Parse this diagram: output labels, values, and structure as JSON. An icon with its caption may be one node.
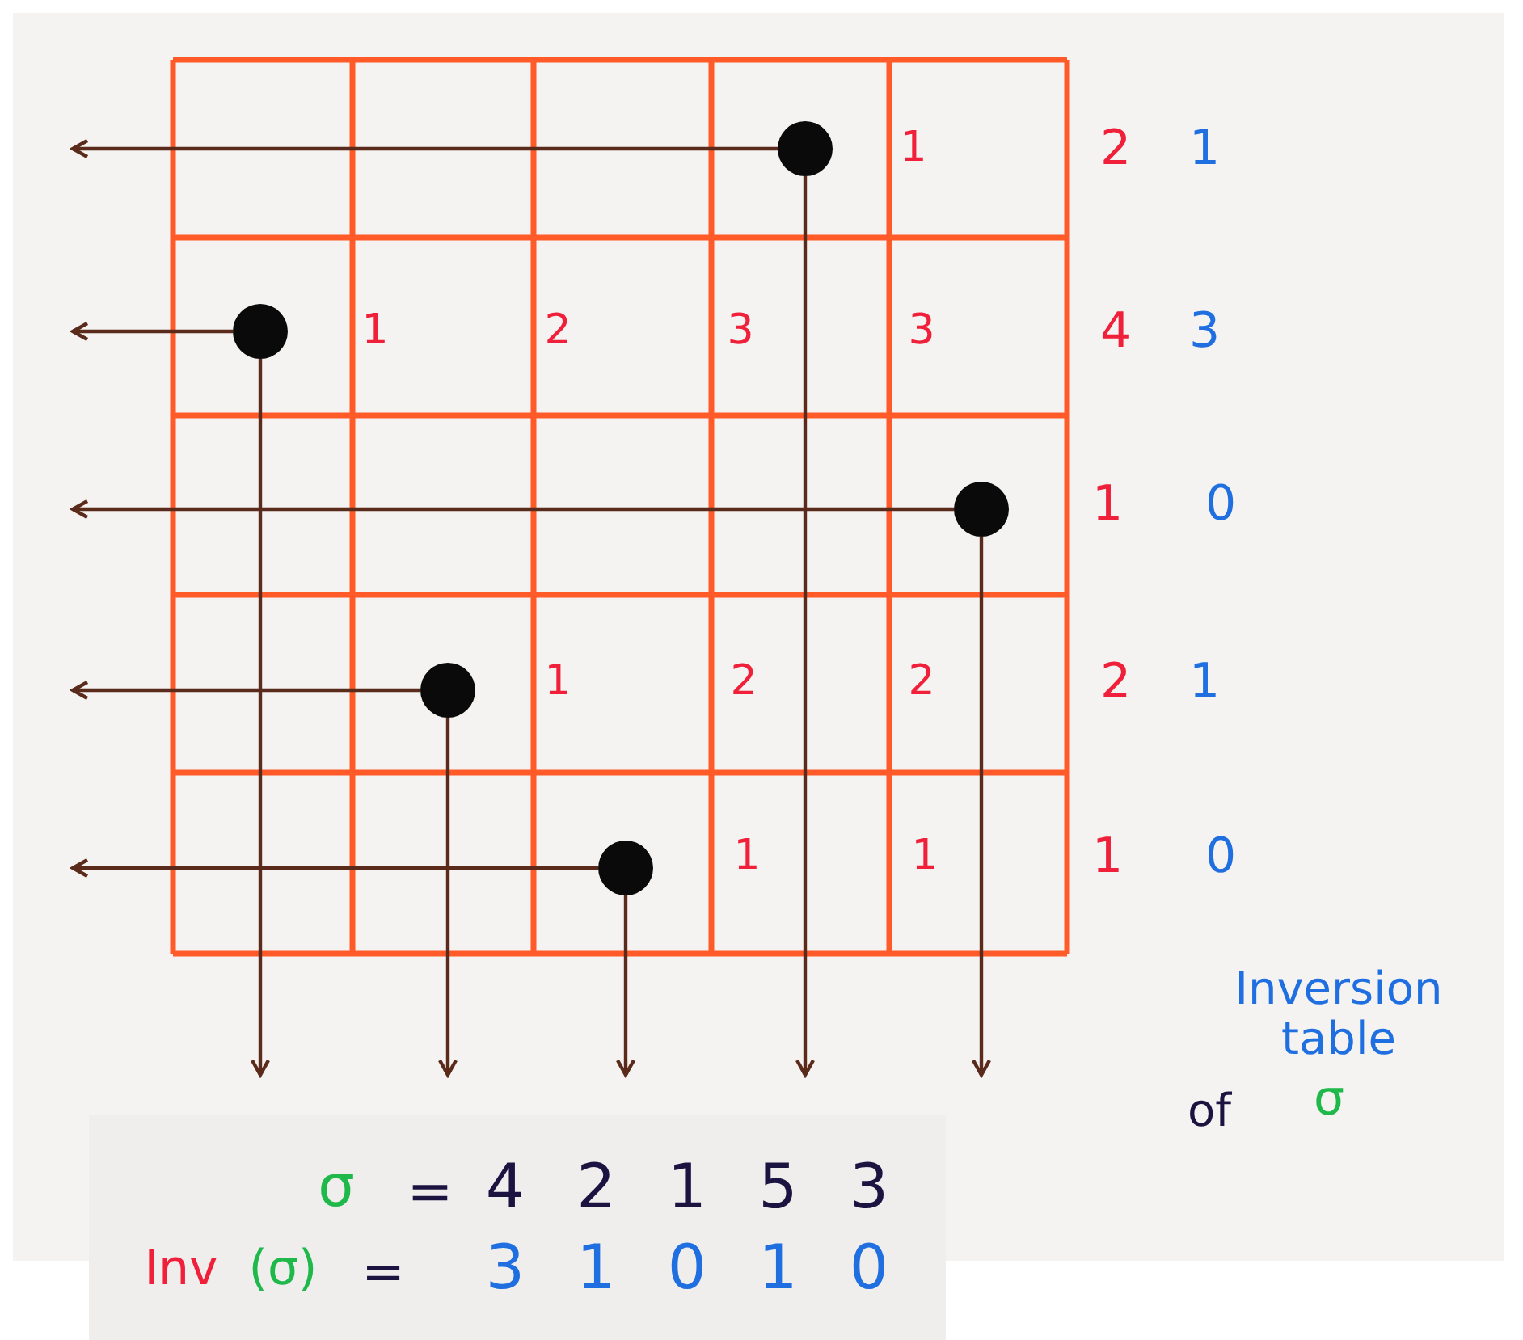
{
  "diagram": {
    "nodes": [
      {
        "text": [],
        "shape": "circle"
      },
      {
        "text": [],
        "shape": "circle"
      },
      {
        "text": [],
        "shape": "circle"
      },
      {
        "text": [],
        "shape": "circle"
      },
      {
        "text": [],
        "shape": "circle"
      }
    ],
    "edges": [
      {
        "from": 0,
        "to": null,
        "arrow": "to"
      },
      {
        "from": 0,
        "to": null,
        "arrow": "to"
      },
      {
        "from": 1,
        "to": null,
        "arrow": "to"
      },
      {
        "from": 1,
        "to": null,
        "arrow": "to"
      },
      {
        "from": 2,
        "to": null,
        "arrow": "to"
      },
      {
        "from": 2,
        "to": null,
        "arrow": "to"
      },
      {
        "from": 3,
        "to": null,
        "arrow": "to"
      },
      {
        "from": 3,
        "to": null,
        "arrow": "to"
      },
      {
        "from": 4,
        "to": null,
        "arrow": "to"
      },
      {
        "from": 4,
        "to": null,
        "arrow": "to"
      }
    ],
    "labels": [
      "1",
      "2",
      "1",
      "1",
      "2",
      "3",
      "3",
      "4",
      "3",
      "1",
      "0",
      "1",
      "2",
      "2",
      "2",
      "1",
      "1",
      "1",
      "1",
      "0",
      "Inversion table",
      "of",
      "σ",
      "σ",
      "=",
      "4 2 1 5 3",
      "Inv",
      "(σ)",
      "=",
      "3 1 0 1 0"
    ]
  }
}
